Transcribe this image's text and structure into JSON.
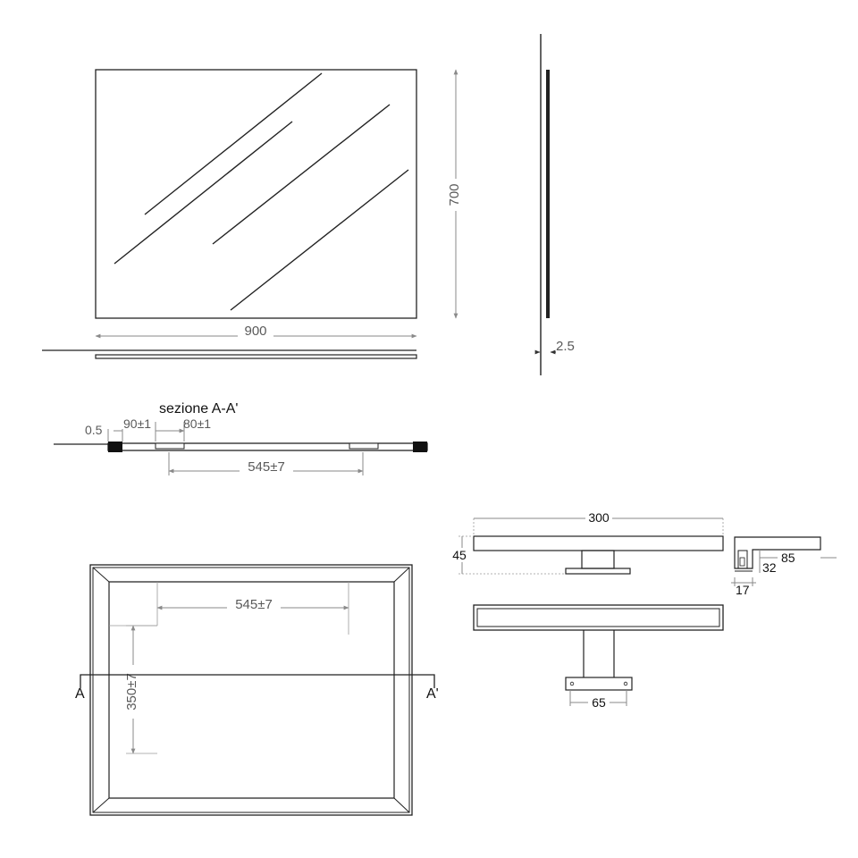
{
  "front_view": {
    "width_label": "900",
    "height_label": "700"
  },
  "side_view": {
    "thickness_label": "2.5"
  },
  "section": {
    "title": "sezione A-A'",
    "edge_label": "0.5",
    "offset_label": "90±1",
    "bracket_label": "80±1",
    "spacing_label": "545±7"
  },
  "back_view": {
    "spacing_label": "545±7",
    "height_label": "350±7",
    "section_left": "A",
    "section_right": "A'"
  },
  "lamp": {
    "length_label": "300",
    "height_label": "45",
    "base_label": "65",
    "depth_label": "85",
    "bar_label": "32",
    "mount_label": "17"
  },
  "colors": {
    "outline": "#222222",
    "dimension": "#8a8a8a",
    "text_gray": "#5a5a5a",
    "text_dark": "#111111"
  }
}
